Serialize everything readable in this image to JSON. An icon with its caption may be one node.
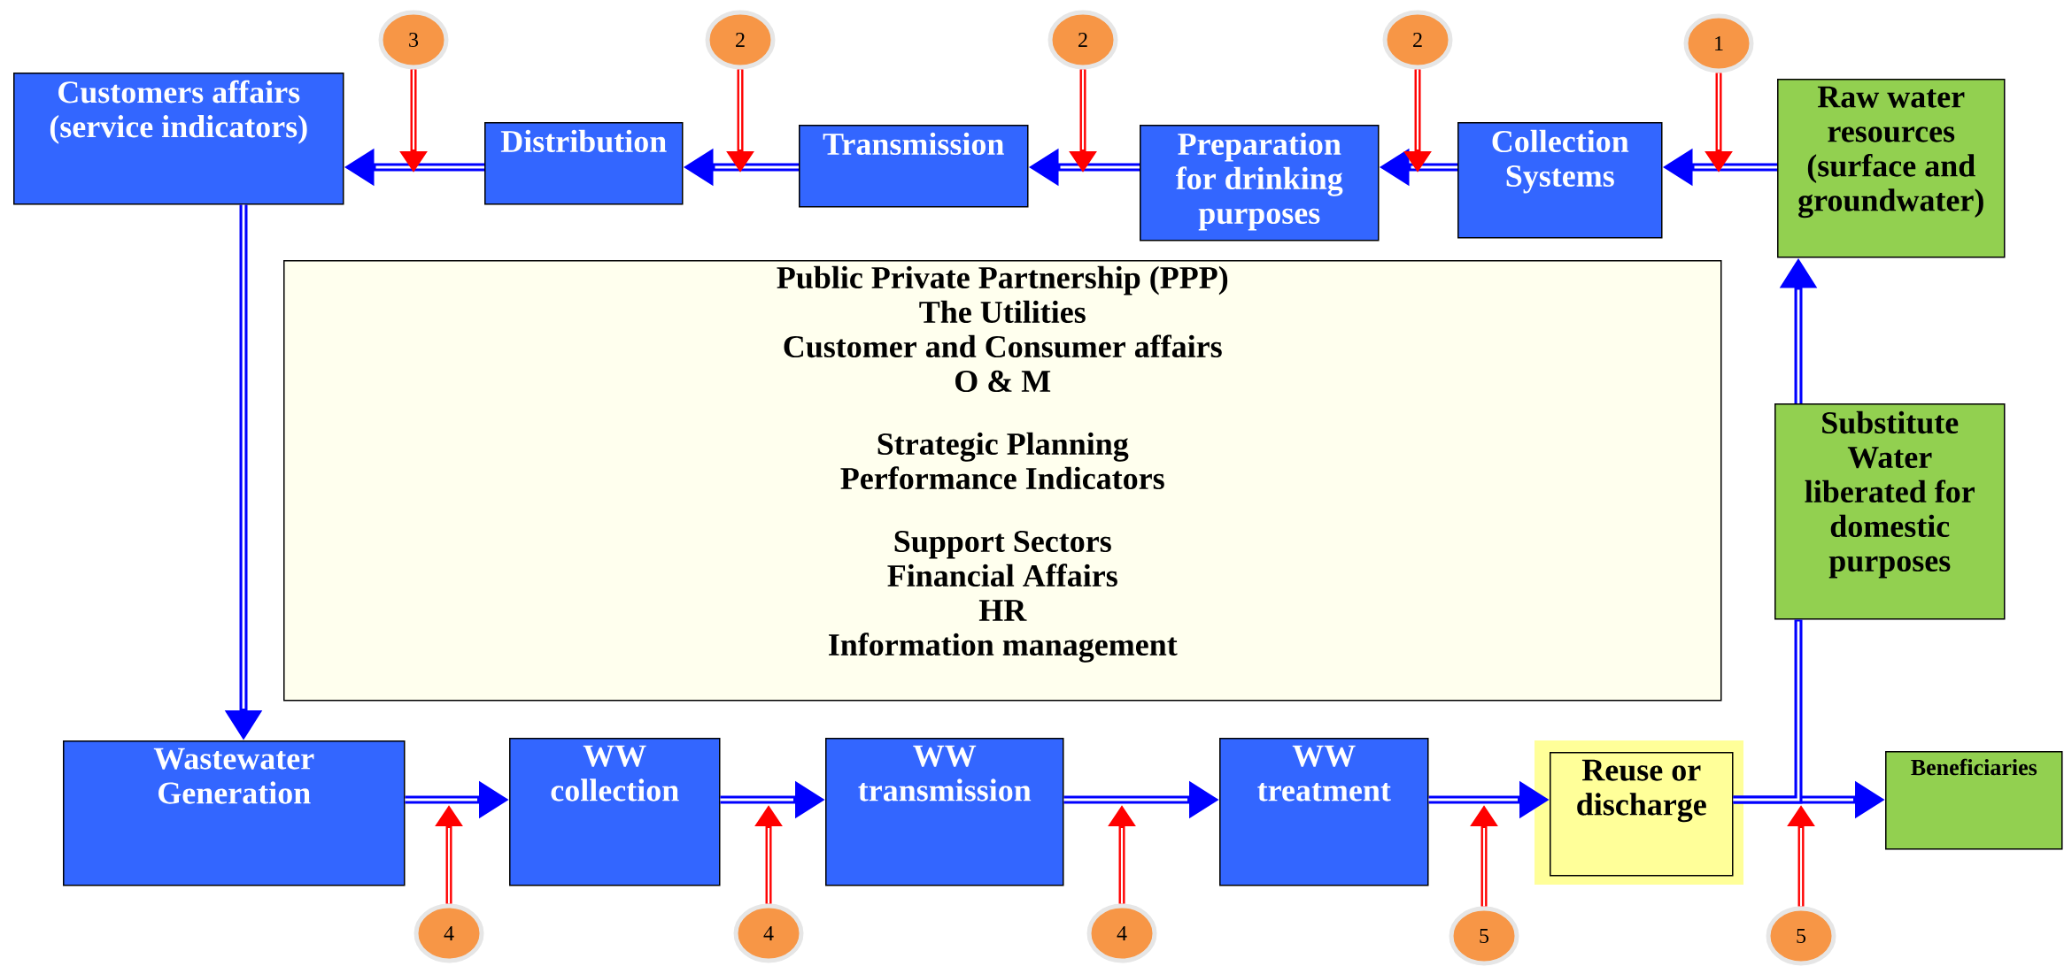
{
  "diagram": {
    "nodes": [
      {
        "text": [
          "Customers affairs (service indicators)"
        ]
      },
      {
        "text": [
          "Distribution"
        ]
      },
      {
        "text": [
          "Transmission"
        ]
      },
      {
        "text": [
          "Preparation for drinking purposes"
        ]
      },
      {
        "text": [
          "Collection Systems"
        ]
      },
      {
        "text": [
          "Raw water resources (surface and groundwater)"
        ]
      },
      {
        "text": [
          "Public Private Partnership (PPP)",
          "The Utilities",
          "Customer and Consumer affairs",
          "O & M",
          "Strategic Planning",
          "Performance Indicators",
          "Support Sectors",
          "Financial Affairs",
          "HR",
          "Information management"
        ]
      },
      {
        "text": [
          "Substitute Water liberated for domestic purposes"
        ]
      },
      {
        "text": [
          "Wastewater Generation"
        ]
      },
      {
        "text": [
          "WW collection"
        ]
      },
      {
        "text": [
          "WW transmission"
        ]
      },
      {
        "text": [
          "WW treatment"
        ]
      },
      {
        "text": [
          "Reuse or discharge"
        ]
      },
      {
        "text": [
          "Beneficiaries"
        ]
      },
      {
        "text": [
          "3"
        ]
      },
      {
        "text": [
          "2"
        ]
      },
      {
        "text": [
          "2"
        ]
      },
      {
        "text": [
          "2"
        ]
      },
      {
        "text": [
          "1"
        ]
      },
      {
        "text": [
          "4"
        ]
      },
      {
        "text": [
          "4"
        ]
      },
      {
        "text": [
          "4"
        ]
      },
      {
        "text": [
          "5"
        ]
      },
      {
        "text": [
          "5"
        ]
      }
    ],
    "edges": [
      {
        "from": 5,
        "to": 4,
        "arrow": "to"
      },
      {
        "from": 4,
        "to": 3,
        "arrow": "to"
      },
      {
        "from": 3,
        "to": 2,
        "arrow": "to"
      },
      {
        "from": 2,
        "to": 1,
        "arrow": "to"
      },
      {
        "from": 1,
        "to": 0,
        "arrow": "to"
      },
      {
        "from": 0,
        "to": 8,
        "arrow": "to"
      },
      {
        "from": 8,
        "to": 9,
        "arrow": "to"
      },
      {
        "from": 9,
        "to": 10,
        "arrow": "to"
      },
      {
        "from": 10,
        "to": 11,
        "arrow": "to"
      },
      {
        "from": 11,
        "to": 12,
        "arrow": "to"
      },
      {
        "from": 12,
        "to": 13,
        "arrow": "to"
      },
      {
        "from": 12,
        "to": 7,
        "arrow": "none"
      },
      {
        "from": 7,
        "to": 5,
        "arrow": "to"
      },
      {
        "from": 14,
        "to": null,
        "arrow": "to",
        "color": "#ff0000"
      },
      {
        "from": 15,
        "to": null,
        "arrow": "to",
        "color": "#ff0000"
      },
      {
        "from": 16,
        "to": null,
        "arrow": "to",
        "color": "#ff0000"
      },
      {
        "from": 17,
        "to": null,
        "arrow": "to",
        "color": "#ff0000"
      },
      {
        "from": 18,
        "to": null,
        "arrow": "to",
        "color": "#ff0000"
      },
      {
        "from": 19,
        "to": null,
        "arrow": "to",
        "color": "#ff0000"
      },
      {
        "from": 20,
        "to": null,
        "arrow": "to",
        "color": "#ff0000"
      },
      {
        "from": 21,
        "to": null,
        "arrow": "to",
        "color": "#ff0000"
      },
      {
        "from": 22,
        "to": null,
        "arrow": "to",
        "color": "#ff0000"
      },
      {
        "from": 23,
        "to": null,
        "arrow": "to",
        "color": "#ff0000"
      }
    ]
  }
}
